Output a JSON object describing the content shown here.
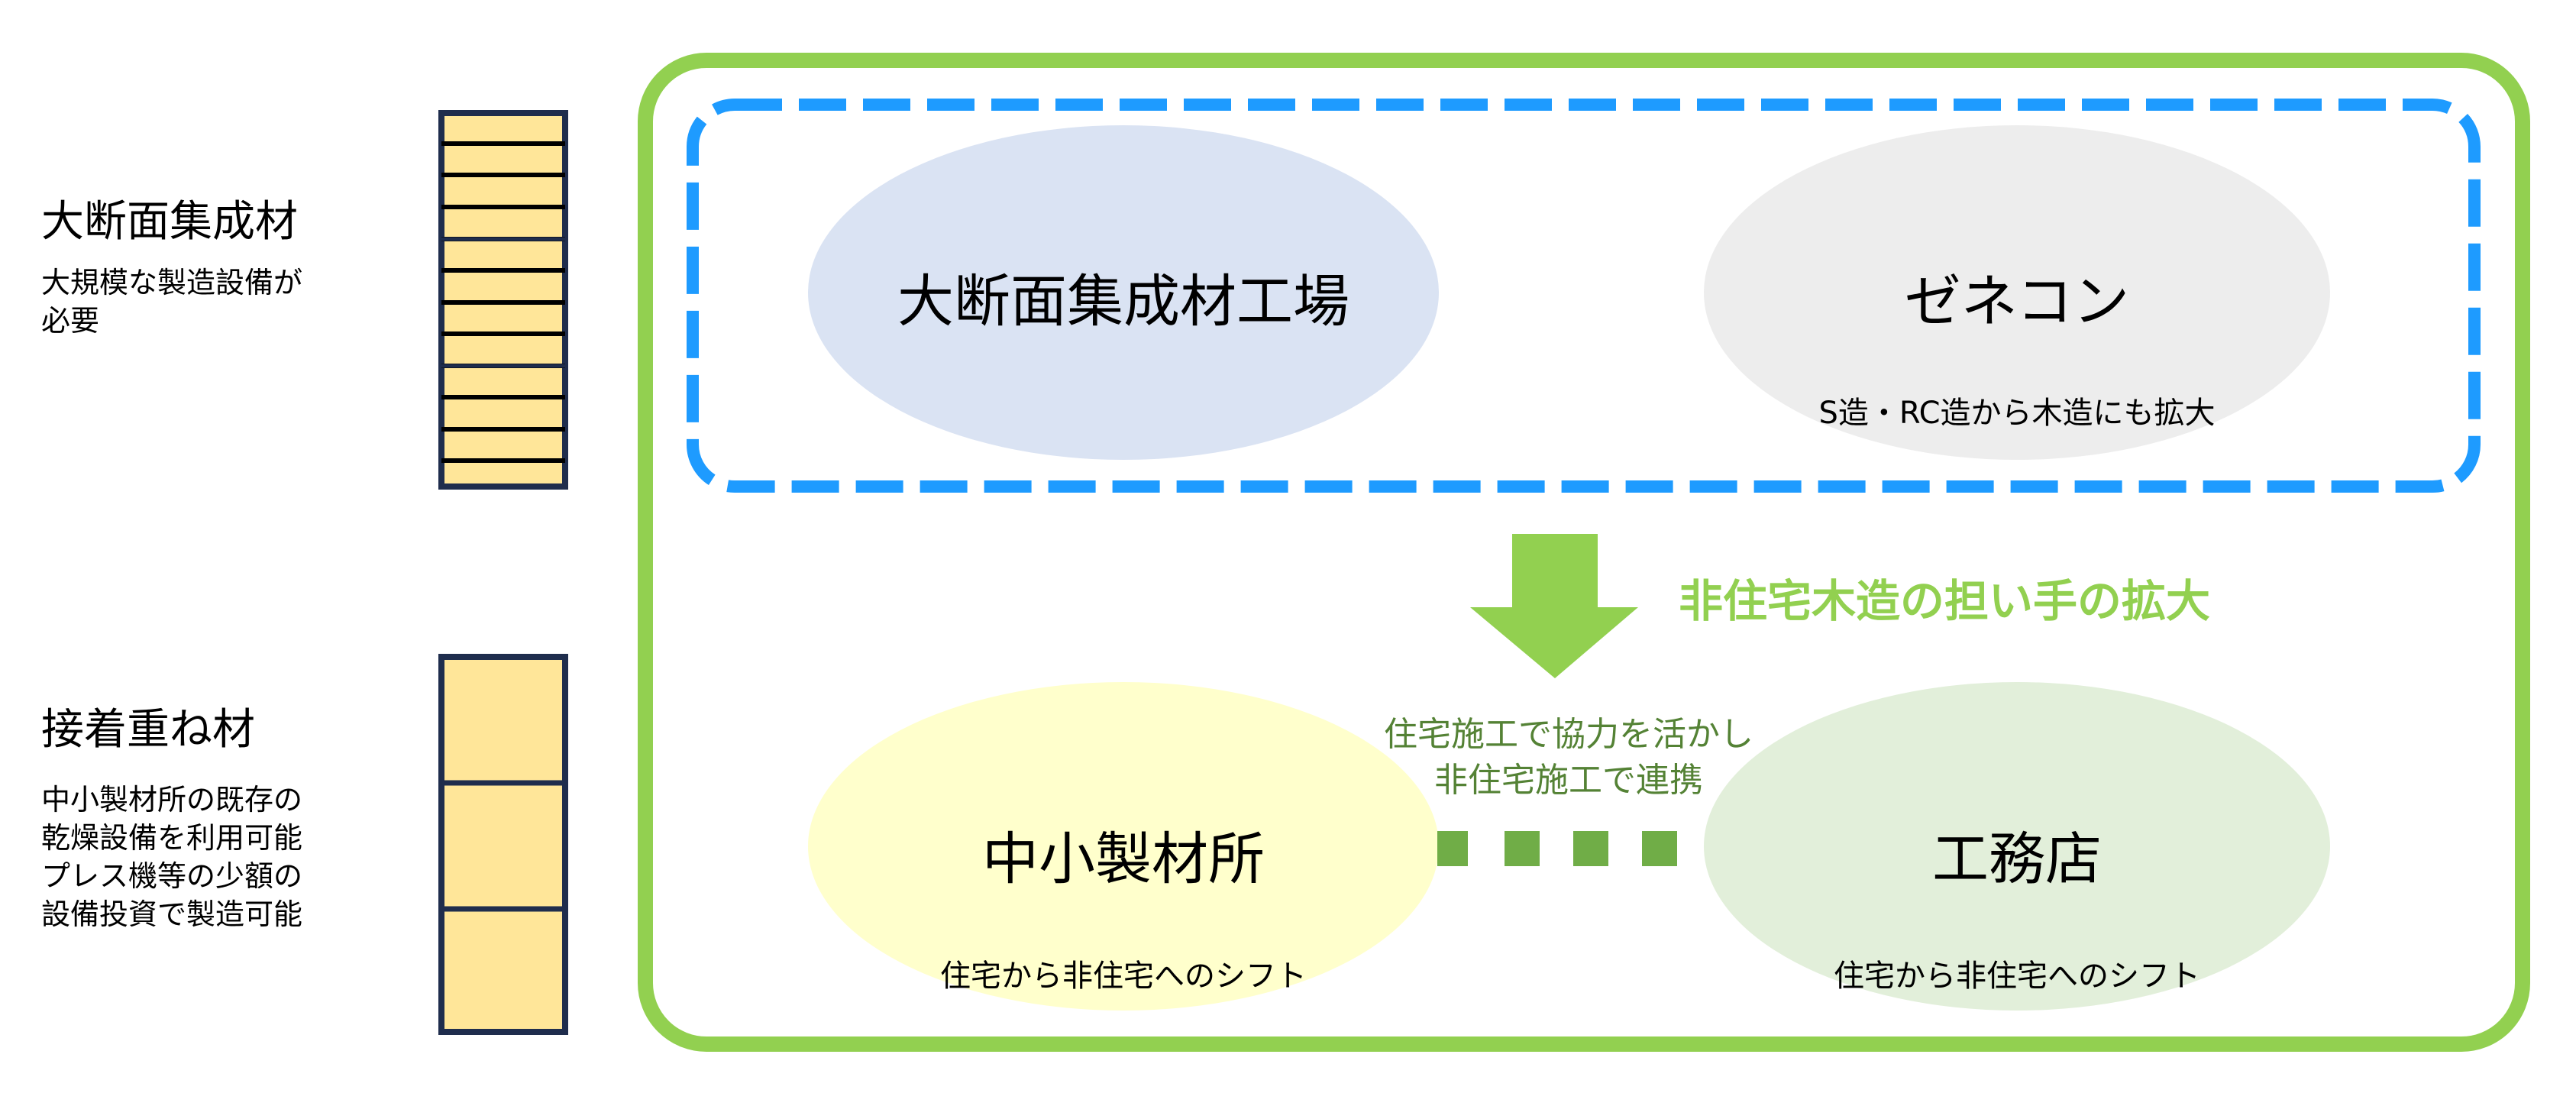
{
  "left": {
    "glulam": {
      "title": "大断面集成材",
      "desc": "大規模な製造設備が\n必要"
    },
    "laminated": {
      "title": "接着重ね材",
      "desc": "中小製材所の既存の\n乾燥設備を利用可能\nプレス機等の少額の\n設備投資で製造可能"
    }
  },
  "top_group": {
    "factory": {
      "title": "大断面集成材工場"
    },
    "general_contractor": {
      "title": "ゼネコン",
      "sub": "S造・RC造から木造にも拡大"
    }
  },
  "arrow_label": "非住宅木造の担い手の拡大",
  "collab_label": {
    "line1": "住宅施工で協力を活かし",
    "line2": "非住宅施工で連携"
  },
  "bottom_group": {
    "sawmill": {
      "title": "中小製材所",
      "sub": "住宅から非住宅へのシフト"
    },
    "builder": {
      "title": "工務店",
      "sub": "住宅から非住宅へのシフト"
    }
  },
  "colors": {
    "outer": "#92d050",
    "dashed": "#1e9bff",
    "link": "#70ad47",
    "wood": "#ffe699",
    "wood_border": "#1f2d4d"
  }
}
